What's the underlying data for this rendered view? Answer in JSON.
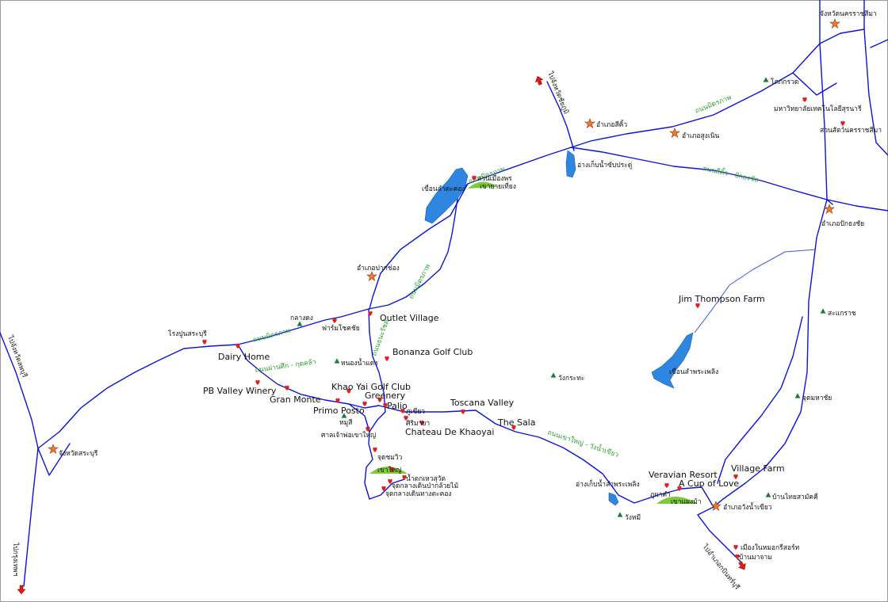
{
  "colors": {
    "road": "#0a14d8",
    "water": "#2f86e0",
    "park": "#7ecb3a",
    "poi_marker": "#e02020",
    "star": "#f07a2a",
    "triangle": "#1d7a3a",
    "road_label": "#2ea02e",
    "exit_arrow": "#e01818"
  },
  "icons": {
    "poi": "red-pin-icon",
    "town": "orange-star-icon",
    "sub_district": "green-triangle-icon",
    "exit": "red-arrow-icon"
  },
  "places_en": [
    "Outlet Village",
    "Dairy Home",
    "Bonanza Golf Club",
    "PB Valley Winery",
    "Khao Yai Golf Club",
    "Greenery",
    "Gran Monte",
    "Palio",
    "Primo Posto",
    "Toscana Valley",
    "The Sala",
    "Chateau De Khaoyai",
    "Jim Thompson Farm",
    "Veravian Resort",
    "A Cup of Love",
    "Village Farm"
  ],
  "places_th": [
    "จังหวัดนครราชสีมา",
    "โคกกรวด",
    "มหาวิทยาลัยเทคโนโลยีสุรนารี",
    "สวนสัตว์นครราชสีมา",
    "อำเภอสีคิ้ว",
    "อำเภอสูงเนิน",
    "อ่างเก็บน้ำซับประดู่",
    "อำเภอปักธงชัย",
    "สวนเมืองพร",
    "เขายายเที่ยง",
    "เขื่อนลำตะคอง",
    "อำเภอปากช่อง",
    "กลางดง",
    "ฟาร์มโชคชัย",
    "โรงปูนสระบุรี",
    "หนองน้ำแดง",
    "หมูสี",
    "ศาลเจ้าพ่อเขาใหญ่",
    "ภูเขียว",
    "ศิริมายา",
    "จุดชมวิว",
    "เขาใหญ่",
    "น้ำตกเหวสุวัต",
    "จุดกลางเดินป่ากล้วยไม้",
    "จุดกลางเดินทางตะคอง",
    "จังหวัดสระบุรี",
    "วังกระทะ",
    "สะแกราช",
    "จุดมหาชัย",
    "เขื่อนลำพระเพลิง",
    "อ่างเก็บน้ำลำพระเพลิง",
    "วังหมี",
    "ภูผาคำ",
    "เขาแผงม้า",
    "อำเภอวังน้ำเขียว",
    "บ้านไทยสามัคคี",
    "เมืองในหมอกรีสอร์ท",
    "บ้านมาจาม"
  ],
  "road_labels": [
    "ถนนมิตรภาพ",
    "ถนนมิตรภาพ",
    "ถนนมิตรภาพ",
    "ถนนธนะรัชต์",
    "ถนนมิตรภาพ",
    "ถนนผ่านศึก - กุดคล้า",
    "ถนนสีคิ้ว - ปักธงชัย",
    "ถนนเขาใหญ่ - วังน้ำเขียว"
  ],
  "exit_labels": [
    "ไปจังหวัดชัยภูมิ",
    "ไปจังหวัดลพบุรี",
    "ไปกรุงเทพฯ",
    "ไปอำเภอกบินทร์บุรี"
  ]
}
